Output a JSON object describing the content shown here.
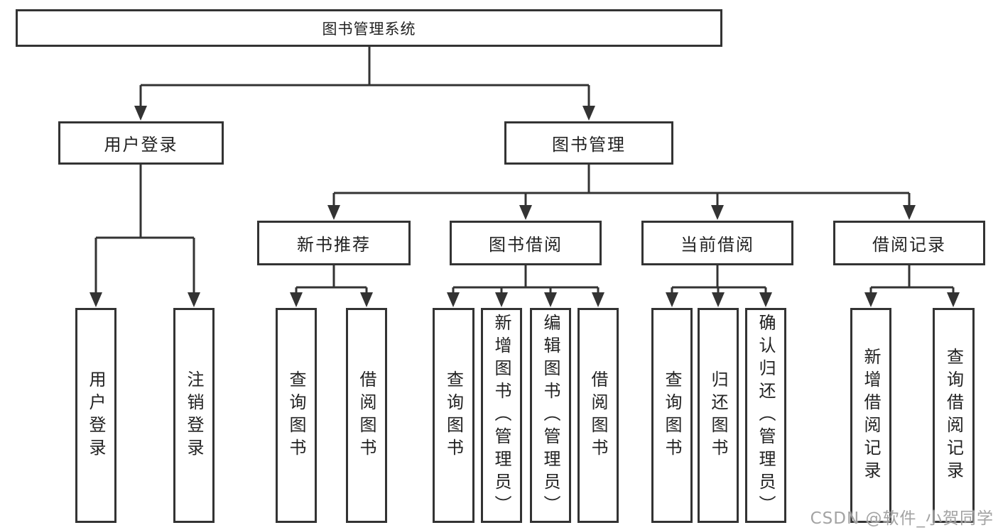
{
  "tree": {
    "root": {
      "label": "图书管理系统"
    },
    "branches": [
      {
        "label": "用户登录",
        "children": [
          {
            "label": "用户登录"
          },
          {
            "label": "注销登录"
          }
        ]
      },
      {
        "label": "图书管理",
        "children": [
          {
            "label": "新书推荐",
            "children": [
              {
                "label": "查询图书"
              },
              {
                "label": "借阅图书"
              }
            ]
          },
          {
            "label": "图书借阅",
            "children": [
              {
                "label": "查询图书"
              },
              {
                "label": "新增图书（管理员）"
              },
              {
                "label": "编辑图书（管理员）"
              },
              {
                "label": "借阅图书"
              }
            ]
          },
          {
            "label": "当前借阅",
            "children": [
              {
                "label": "查询图书"
              },
              {
                "label": "归还图书"
              },
              {
                "label": "确认归还（管理员）"
              }
            ]
          },
          {
            "label": "借阅记录",
            "children": [
              {
                "label": "新增借阅记录"
              },
              {
                "label": "查询借阅记录"
              }
            ]
          }
        ]
      }
    ]
  },
  "watermark": {
    "text": "CSDN @软件_小贺同学"
  },
  "colors": {
    "line": "#333333",
    "box_border": "#333333",
    "text": "#222222",
    "background": "#ffffff",
    "watermark": "#969696"
  }
}
